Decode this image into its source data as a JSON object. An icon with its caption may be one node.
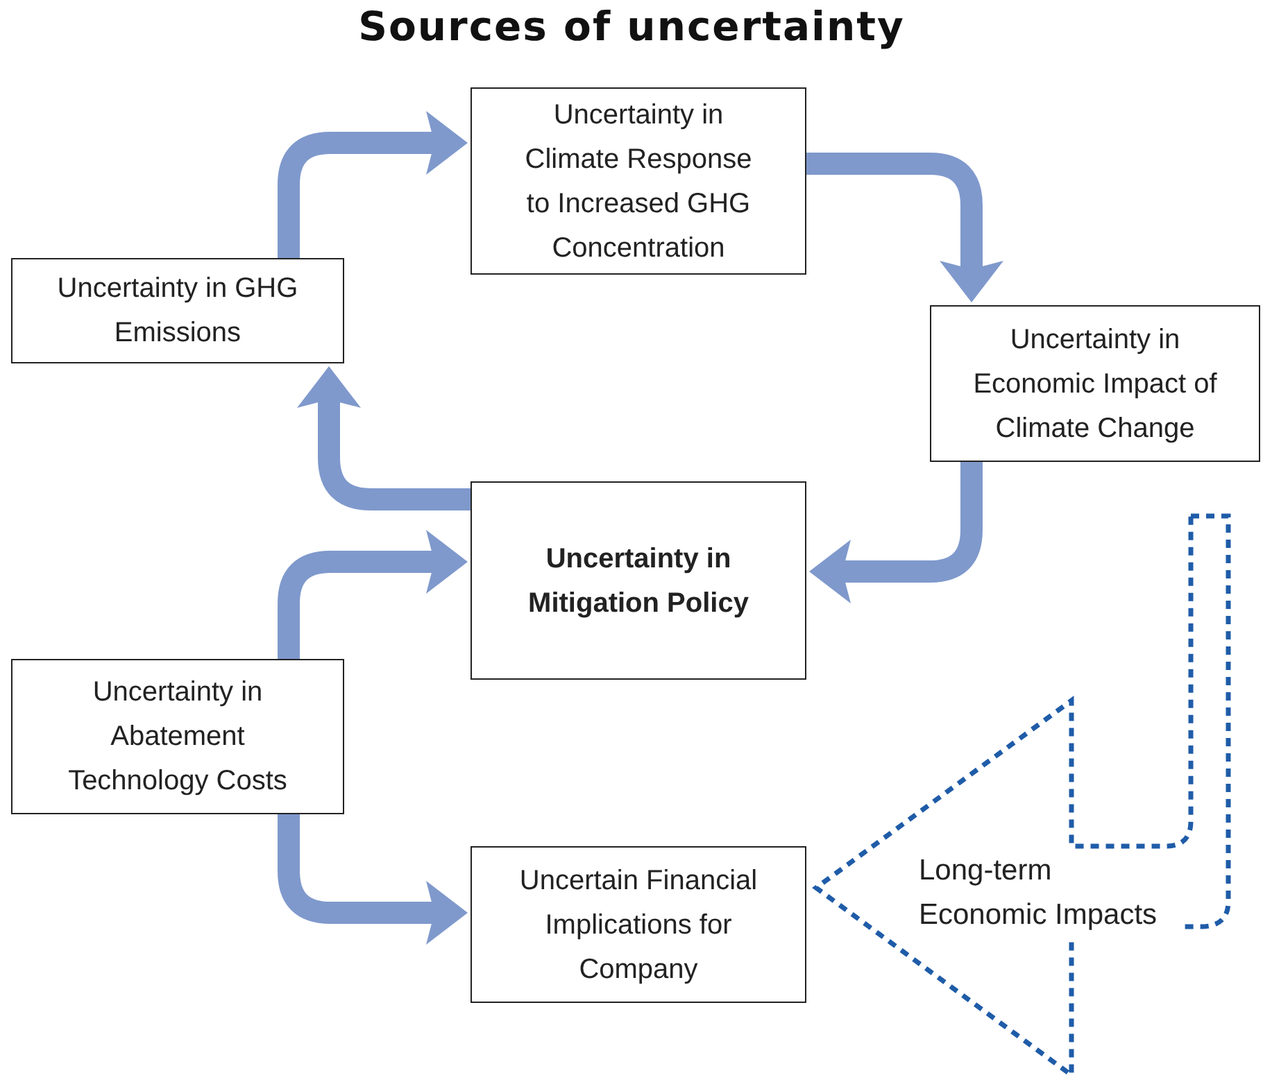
{
  "diagram": {
    "title": "Sources of uncertainty",
    "nodes": [
      {
        "text": [
          "Uncertainty in GHG Emissions"
        ]
      },
      {
        "text": [
          "Uncertainty in Climate Response to Increased GHG Concentration"
        ]
      },
      {
        "text": [
          "Uncertainty in Economic Impact of Climate Change"
        ]
      },
      {
        "text": [
          "Uncertainty in Mitigation Policy"
        ]
      },
      {
        "text": [
          "Uncertainty in Abatement Technology Costs"
        ]
      },
      {
        "text": [
          "Uncertain Financial Implications for Company"
        ]
      }
    ],
    "edges": [
      {
        "from": 0,
        "to": 1,
        "arrow": "to"
      },
      {
        "from": 1,
        "to": 2,
        "arrow": "to"
      },
      {
        "from": 2,
        "to": 3,
        "arrow": "to"
      },
      {
        "from": 3,
        "to": 0,
        "arrow": "to"
      },
      {
        "from": 4,
        "to": 3,
        "arrow": "to"
      },
      {
        "from": 4,
        "to": 5,
        "arrow": "to"
      },
      {
        "from": 2,
        "to": 5,
        "arrow": "to",
        "label": "Long-term Economic Impacts",
        "style": "dashed",
        "color": "#1f5ca8"
      }
    ]
  }
}
